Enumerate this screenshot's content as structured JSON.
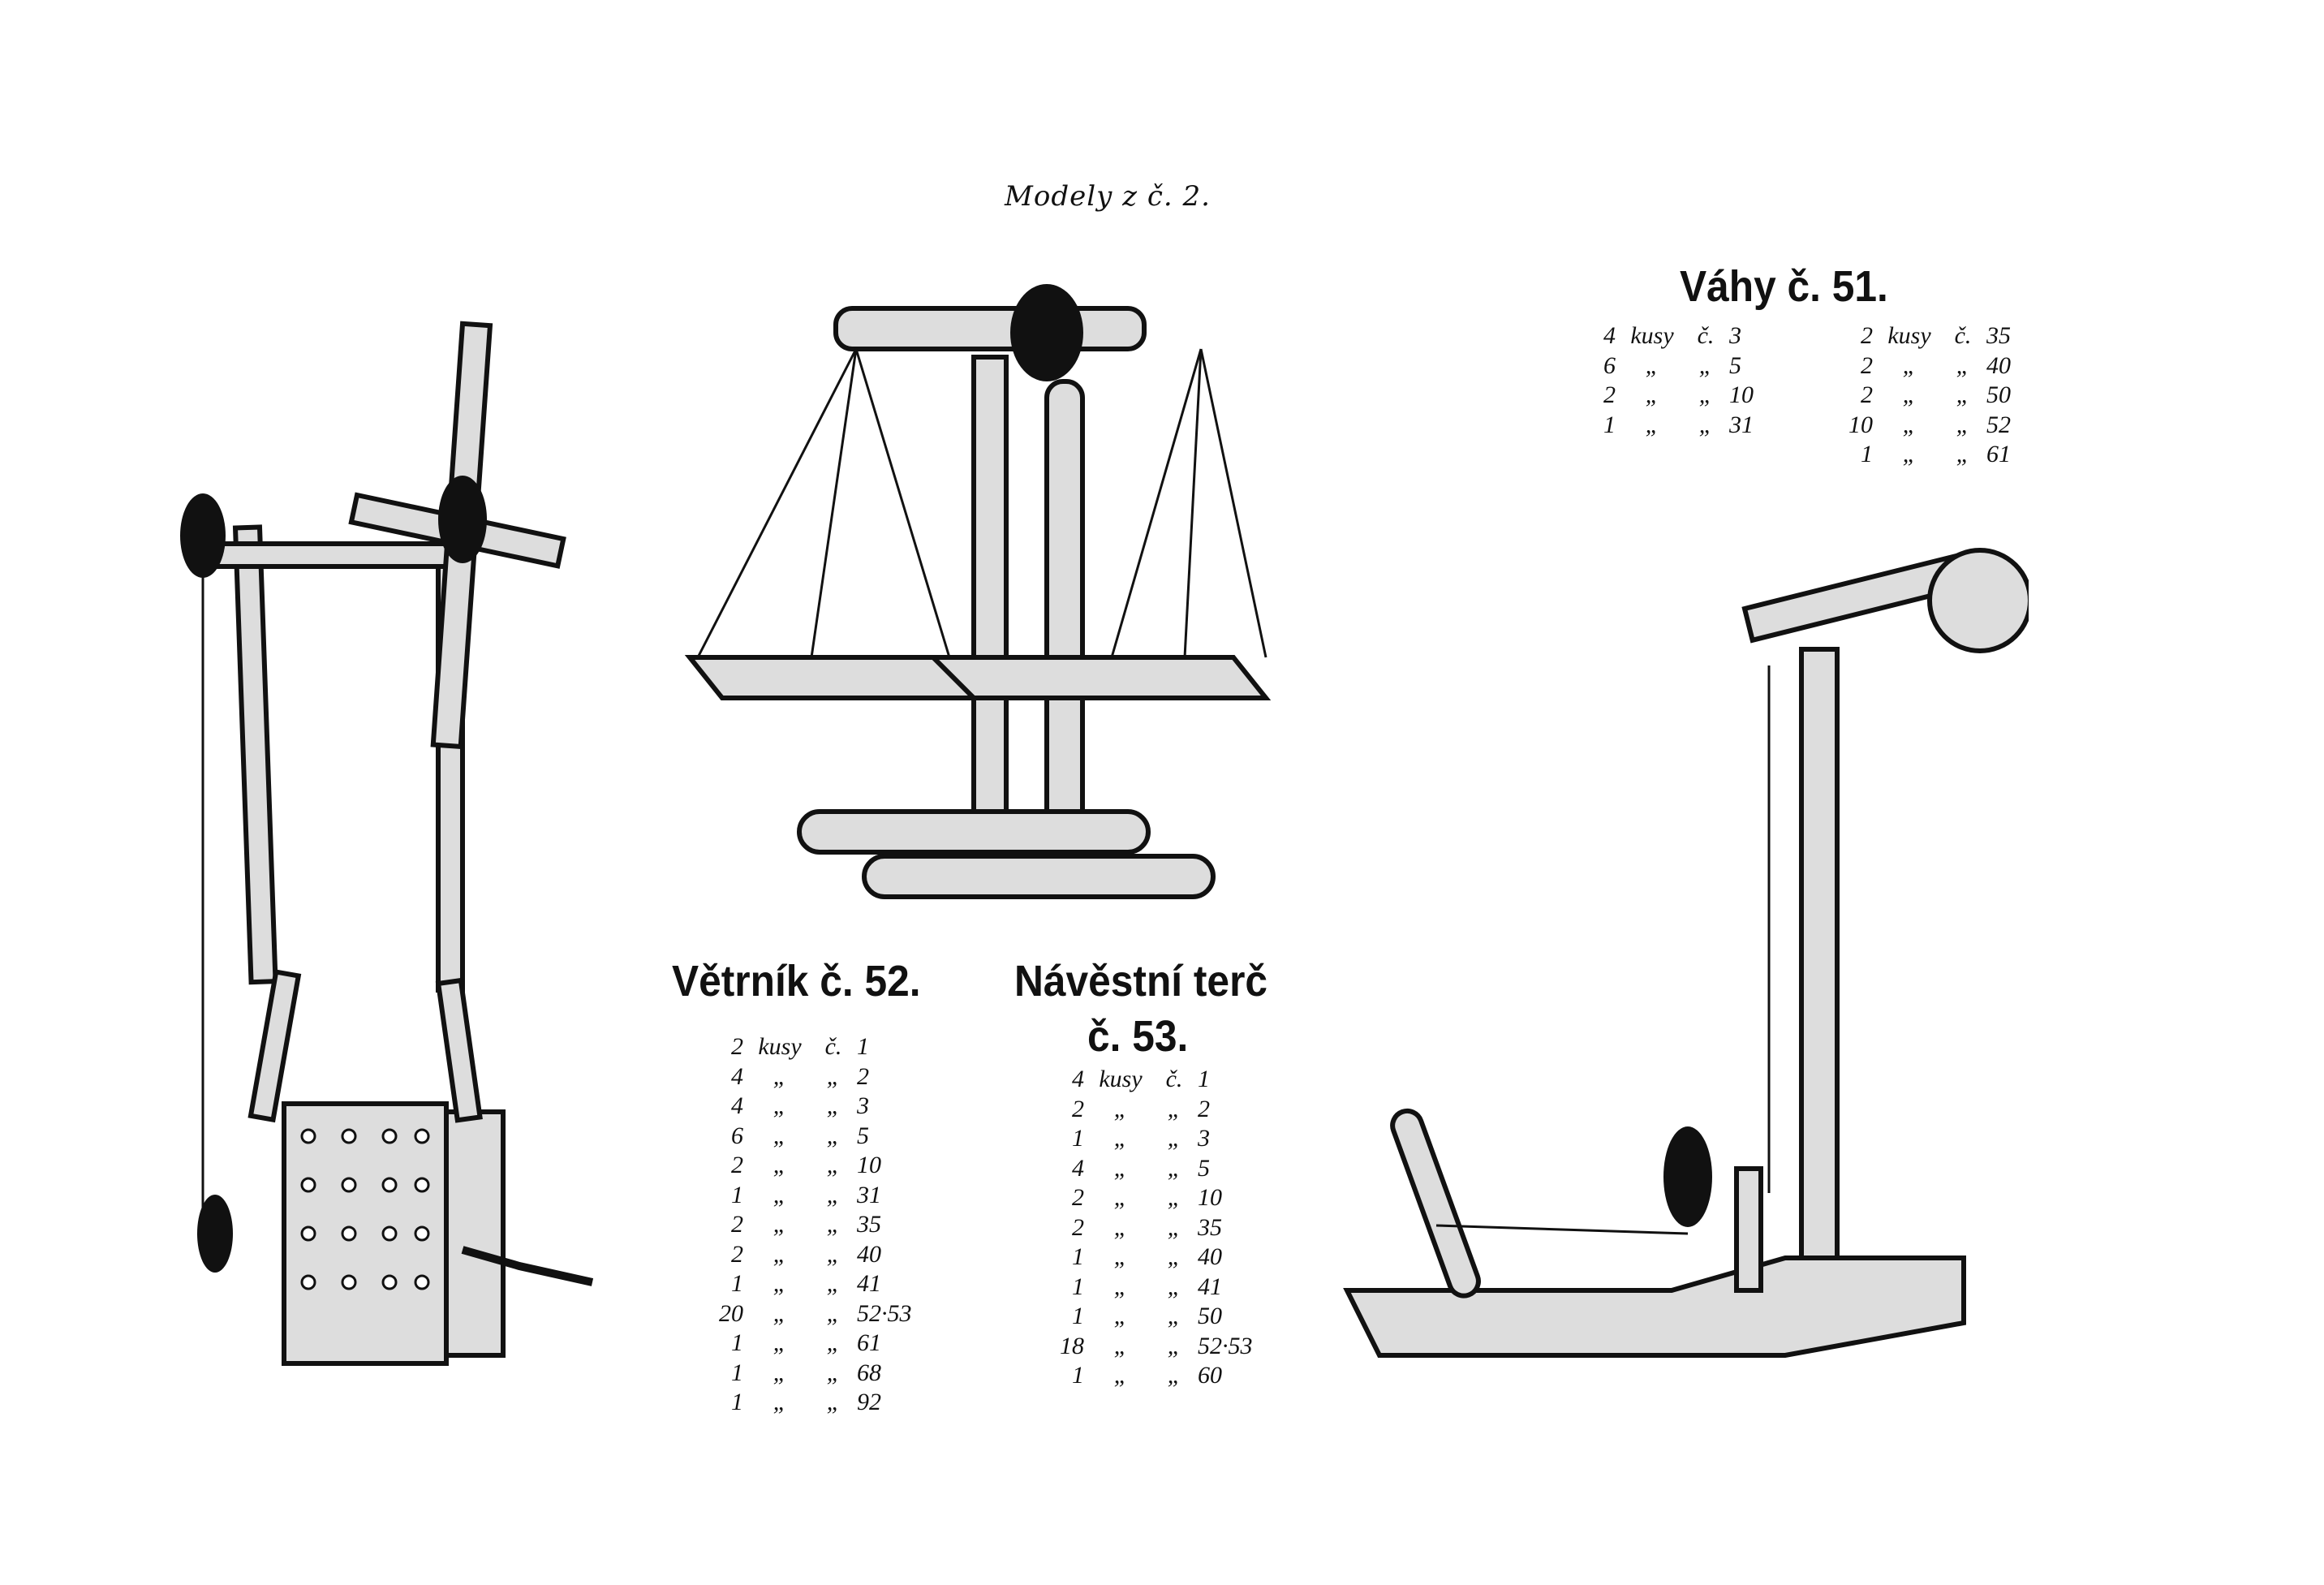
{
  "header": "Modely z č. 2.",
  "models": {
    "vahy": {
      "title": "Váhy č. 51.",
      "parts_left": [
        {
          "qty": "4",
          "unit": "kusy",
          "no": "č.",
          "part": "3"
        },
        {
          "qty": "6",
          "unit": "„",
          "no": "„",
          "part": "5"
        },
        {
          "qty": "2",
          "unit": "„",
          "no": "„",
          "part": "10"
        },
        {
          "qty": "1",
          "unit": "„",
          "no": "„",
          "part": "31"
        }
      ],
      "parts_right": [
        {
          "qty": "2",
          "unit": "kusy",
          "no": "č.",
          "part": "35"
        },
        {
          "qty": "2",
          "unit": "„",
          "no": "„",
          "part": "40"
        },
        {
          "qty": "2",
          "unit": "„",
          "no": "„",
          "part": "50"
        },
        {
          "qty": "10",
          "unit": "„",
          "no": "„",
          "part": "52"
        },
        {
          "qty": "1",
          "unit": "„",
          "no": "„",
          "part": "61"
        }
      ]
    },
    "vetrnik": {
      "title": "Větrník č. 52.",
      "parts": [
        {
          "qty": "2",
          "unit": "kusy",
          "no": "č.",
          "part": "1"
        },
        {
          "qty": "4",
          "unit": "„",
          "no": "„",
          "part": "2"
        },
        {
          "qty": "4",
          "unit": "„",
          "no": "„",
          "part": "3"
        },
        {
          "qty": "6",
          "unit": "„",
          "no": "„",
          "part": "5"
        },
        {
          "qty": "2",
          "unit": "„",
          "no": "„",
          "part": "10"
        },
        {
          "qty": "1",
          "unit": "„",
          "no": "„",
          "part": "31"
        },
        {
          "qty": "2",
          "unit": "„",
          "no": "„",
          "part": "35"
        },
        {
          "qty": "2",
          "unit": "„",
          "no": "„",
          "part": "40"
        },
        {
          "qty": "1",
          "unit": "„",
          "no": "„",
          "part": "41"
        },
        {
          "qty": "20",
          "unit": "„",
          "no": "„",
          "part": "52·53"
        },
        {
          "qty": "1",
          "unit": "„",
          "no": "„",
          "part": "61"
        },
        {
          "qty": "1",
          "unit": "„",
          "no": "„",
          "part": "68"
        },
        {
          "qty": "1",
          "unit": "„",
          "no": "„",
          "part": "92"
        }
      ]
    },
    "navestni": {
      "title_line1": "Návěstní terč",
      "title_line2": "č. 53.",
      "parts": [
        {
          "qty": "4",
          "unit": "kusy",
          "no": "č.",
          "part": "1"
        },
        {
          "qty": "2",
          "unit": "„",
          "no": "„",
          "part": "2"
        },
        {
          "qty": "1",
          "unit": "„",
          "no": "„",
          "part": "3"
        },
        {
          "qty": "4",
          "unit": "„",
          "no": "„",
          "part": "5"
        },
        {
          "qty": "2",
          "unit": "„",
          "no": "„",
          "part": "10"
        },
        {
          "qty": "2",
          "unit": "„",
          "no": "„",
          "part": "35"
        },
        {
          "qty": "1",
          "unit": "„",
          "no": "„",
          "part": "40"
        },
        {
          "qty": "1",
          "unit": "„",
          "no": "„",
          "part": "41"
        },
        {
          "qty": "1",
          "unit": "„",
          "no": "„",
          "part": "50"
        },
        {
          "qty": "18",
          "unit": "„",
          "no": "„",
          "part": "52·53"
        },
        {
          "qty": "1",
          "unit": "„",
          "no": "„",
          "part": "60"
        }
      ]
    }
  }
}
